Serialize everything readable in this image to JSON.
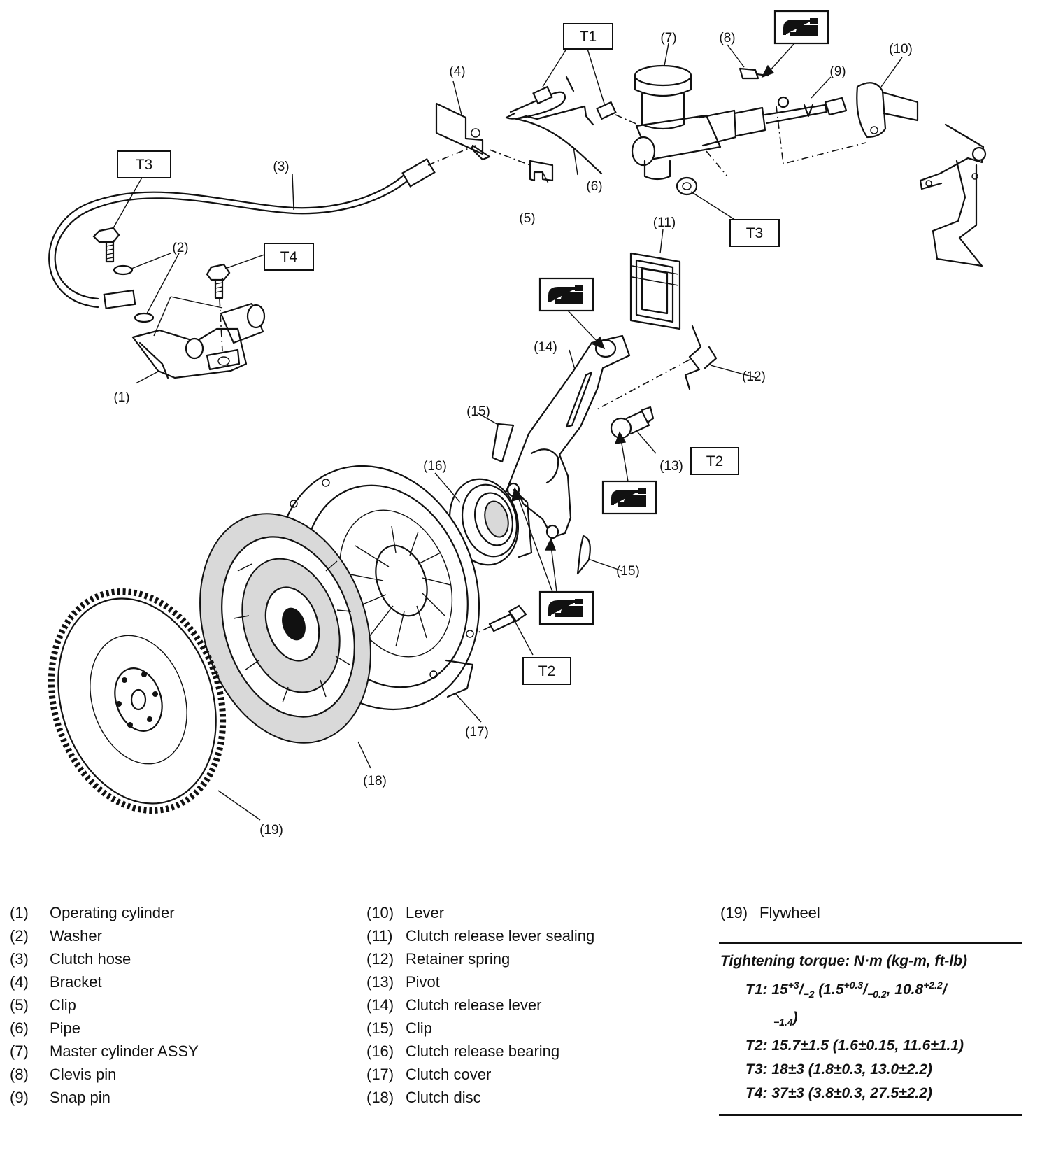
{
  "diagram": {
    "callouts": {
      "c1": "(1)",
      "c2": "(2)",
      "c3": "(3)",
      "c4": "(4)",
      "c5": "(5)",
      "c6": "(6)",
      "c7": "(7)",
      "c8": "(8)",
      "c9": "(9)",
      "c10": "(10)",
      "c11": "(11)",
      "c12": "(12)",
      "c13": "(13)",
      "c14": "(14)",
      "c15": "(15)",
      "c16": "(16)",
      "c17": "(17)",
      "c18": "(18)",
      "c19": "(19)"
    },
    "torque_boxes": {
      "t1": "T1",
      "t2": "T2",
      "t3": "T3",
      "t4": "T4"
    },
    "grease_icon": "grease-application-icon"
  },
  "legend": [
    {
      "num": "(1)",
      "name": "Operating cylinder"
    },
    {
      "num": "(2)",
      "name": "Washer"
    },
    {
      "num": "(3)",
      "name": "Clutch hose"
    },
    {
      "num": "(4)",
      "name": "Bracket"
    },
    {
      "num": "(5)",
      "name": "Clip"
    },
    {
      "num": "(6)",
      "name": "Pipe"
    },
    {
      "num": "(7)",
      "name": "Master cylinder ASSY"
    },
    {
      "num": "(8)",
      "name": "Clevis pin"
    },
    {
      "num": "(9)",
      "name": "Snap pin"
    },
    {
      "num": "(10)",
      "name": "Lever"
    },
    {
      "num": "(11)",
      "name": "Clutch release lever sealing"
    },
    {
      "num": "(12)",
      "name": "Retainer spring"
    },
    {
      "num": "(13)",
      "name": "Pivot"
    },
    {
      "num": "(14)",
      "name": "Clutch release lever"
    },
    {
      "num": "(15)",
      "name": "Clip"
    },
    {
      "num": "(16)",
      "name": "Clutch release bearing"
    },
    {
      "num": "(17)",
      "name": "Clutch cover"
    },
    {
      "num": "(18)",
      "name": "Clutch disc"
    },
    {
      "num": "(19)",
      "name": "Flywheel"
    }
  ],
  "torque": {
    "title": "Tightening torque: N·m (kg-m, ft-lb)",
    "t1": {
      "label": "T1:",
      "base": "15",
      "sup1": "+3",
      "sep1": "/",
      "sub1": "−2",
      "open": " (1.5",
      "sup2": "+0.3",
      "sep2": "/",
      "sub2": "−0.2",
      "mid": ", 10.8",
      "sup3": "+2.2",
      "sep3": "/",
      "sub3": "−1.4",
      "close": ")"
    },
    "t2": "T2: 15.7±1.5 (1.6±0.15, 11.6±1.1)",
    "t3": "T3: 18±3 (1.8±0.3, 13.0±2.2)",
    "t4": "T4: 37±3 (3.8±0.3, 27.5±2.2)"
  }
}
